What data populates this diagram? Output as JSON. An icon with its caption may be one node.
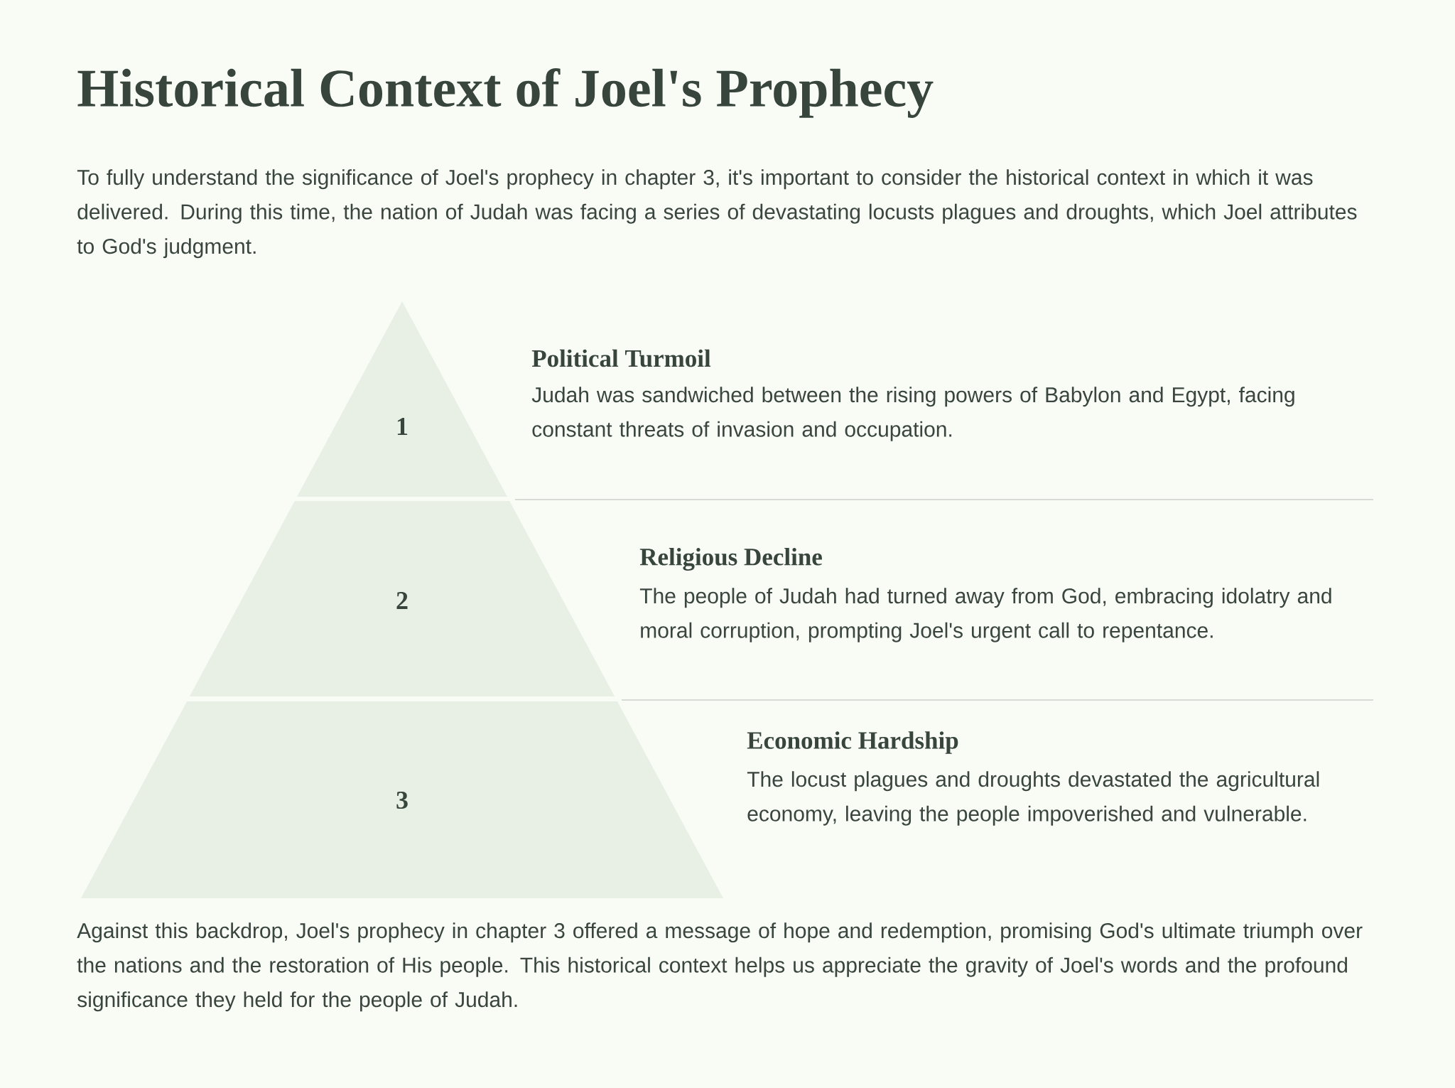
{
  "diagram": {
    "title": "Historical Context of Joel's Prophecy",
    "nodes": [
      {
        "text": [
          "1"
        ],
        "beside": [
          "Political Turmoil",
          "Judah was sandwiched between the rising powers of Babylon and Egypt, facing constant threats of invasion and occupation."
        ]
      },
      {
        "text": [
          "2"
        ],
        "beside": [
          "Religious Decline",
          "The people of Judah had turned away from God, embracing idolatry and moral corruption, prompting Joel's urgent call to repentance."
        ]
      },
      {
        "text": [
          "3"
        ],
        "beside": [
          "Economic Hardship",
          "The locust plagues and droughts devastated the agricultural economy, leaving the people impoverished and vulnerable."
        ]
      }
    ],
    "labels": [
      "To fully understand the significance of Joel's prophecy in chapter 3, it's important to consider the historical context in which it was delivered. During this time, the nation of Judah was facing a series of devastating locusts plagues and droughts, which Joel attributes to God's judgment.",
      "Against this backdrop, Joel's prophecy in chapter 3 offered a message of hope and redemption, promising God's ultimate triumph over the nations and the restoration of His people. This historical context helps us appreciate the gravity of Joel's words and the profound significance they held for the people of Judah."
    ]
  }
}
